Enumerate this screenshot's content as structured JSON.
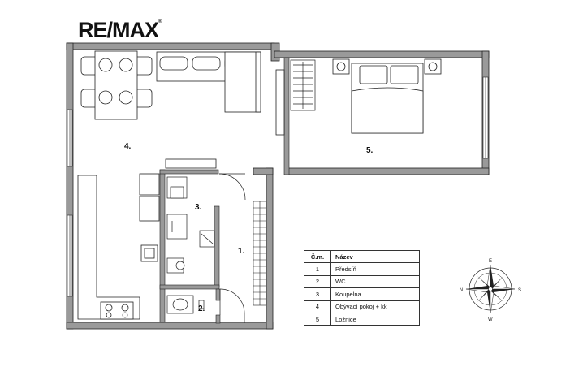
{
  "brand": {
    "logo_text": "RE/MAX",
    "registered": "®"
  },
  "rooms": [
    {
      "number": "1.",
      "id": "predsin"
    },
    {
      "number": "2.",
      "id": "wc"
    },
    {
      "number": "3.",
      "id": "koupelna"
    },
    {
      "number": "4.",
      "id": "obyvaci"
    },
    {
      "number": "5.",
      "id": "loznice"
    }
  ],
  "legend": {
    "header_number": "Č.m.",
    "header_name": "Název",
    "rows": [
      {
        "number": "1",
        "name": "Předsíň"
      },
      {
        "number": "2",
        "name": "WC"
      },
      {
        "number": "3",
        "name": "Koupelna"
      },
      {
        "number": "4",
        "name": "Obývací pokoj + kk"
      },
      {
        "number": "5",
        "name": "Ložnice"
      }
    ]
  },
  "compass": {
    "n": "N",
    "e": "E",
    "s": "S",
    "w": "W"
  },
  "colors": {
    "wall": "#9a9a9a",
    "line": "#222222",
    "background": "#ffffff"
  }
}
